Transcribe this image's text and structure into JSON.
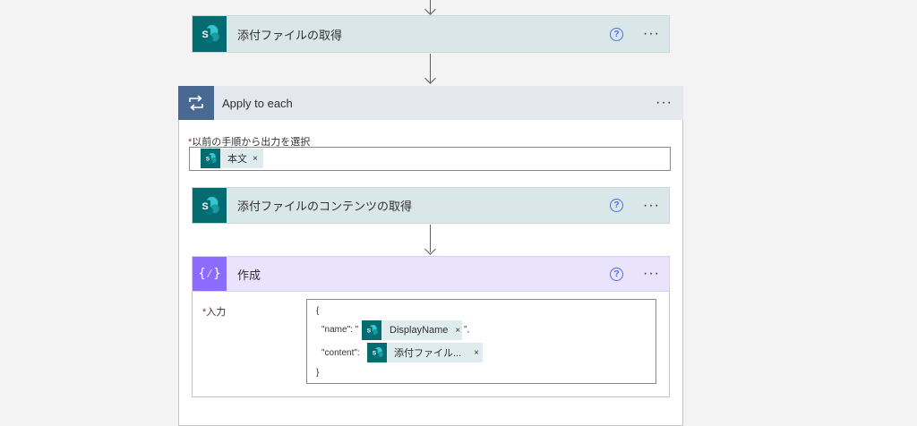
{
  "get_attachments": {
    "title": "添付ファイルの取得",
    "help": "?",
    "more": "···"
  },
  "apply_to_each": {
    "title": "Apply to each",
    "more": "···",
    "select_label": "以前の手順から出力を選択",
    "required_mark": "*",
    "token": {
      "label": "本文",
      "remove": "×"
    }
  },
  "get_attachment_content": {
    "title": "添付ファイルのコンテンツの取得",
    "help": "?",
    "more": "···"
  },
  "compose": {
    "title": "作成",
    "help": "?",
    "more": "···",
    "input_label": "入力",
    "required_mark": "*",
    "code": {
      "open_brace": "{",
      "name_key": "\"name\": \"",
      "name_token": "DisplayName",
      "name_suffix": "\",",
      "content_key": "\"content\":",
      "content_token": "添付ファイル...",
      "close_brace": "}",
      "remove": "×"
    }
  },
  "colors": {
    "sharepoint_teal": "#036c70",
    "connector_header_bg": "#d9e7e8",
    "loop_header_bg": "#e4e8ee",
    "loop_icon_bg": "#486991",
    "compose_header_bg": "#e9e3fd",
    "compose_icon_bg": "#8c6cff",
    "help_blue": "#4f6bed",
    "required_red": "#a4262c"
  },
  "icons": {
    "sharepoint": "sharepoint-logo-icon",
    "loop": "loop-icon",
    "compose": "compose-braces-icon",
    "help": "help-circle-icon",
    "more": "more-options-icon",
    "remove": "close-icon",
    "arrow": "arrow-down-icon"
  }
}
